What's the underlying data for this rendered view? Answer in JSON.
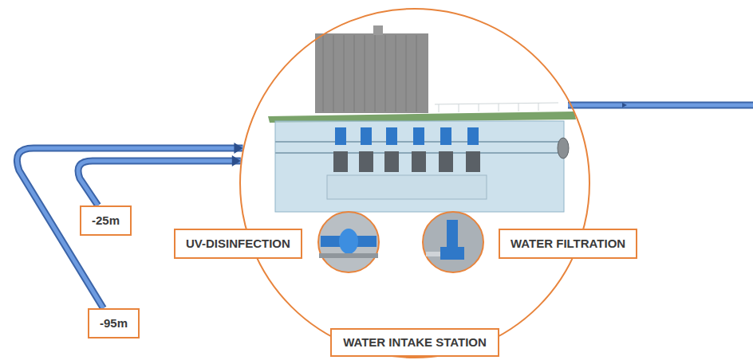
{
  "diagram": {
    "nodes": [
      {
        "text": [
          "WATER INTAKE STATION"
        ]
      },
      {
        "text": [
          "UV-DISINFECTION"
        ],
        "in": 0
      },
      {
        "text": [
          "WATER FILTRATION"
        ],
        "in": 0
      },
      {
        "text": [
          "-25m"
        ]
      },
      {
        "text": [
          "-95m"
        ]
      }
    ],
    "edges": [
      {
        "from": 3,
        "to": 0,
        "arrow": "to"
      },
      {
        "from": 4,
        "to": 0,
        "arrow": "to"
      }
    ]
  }
}
